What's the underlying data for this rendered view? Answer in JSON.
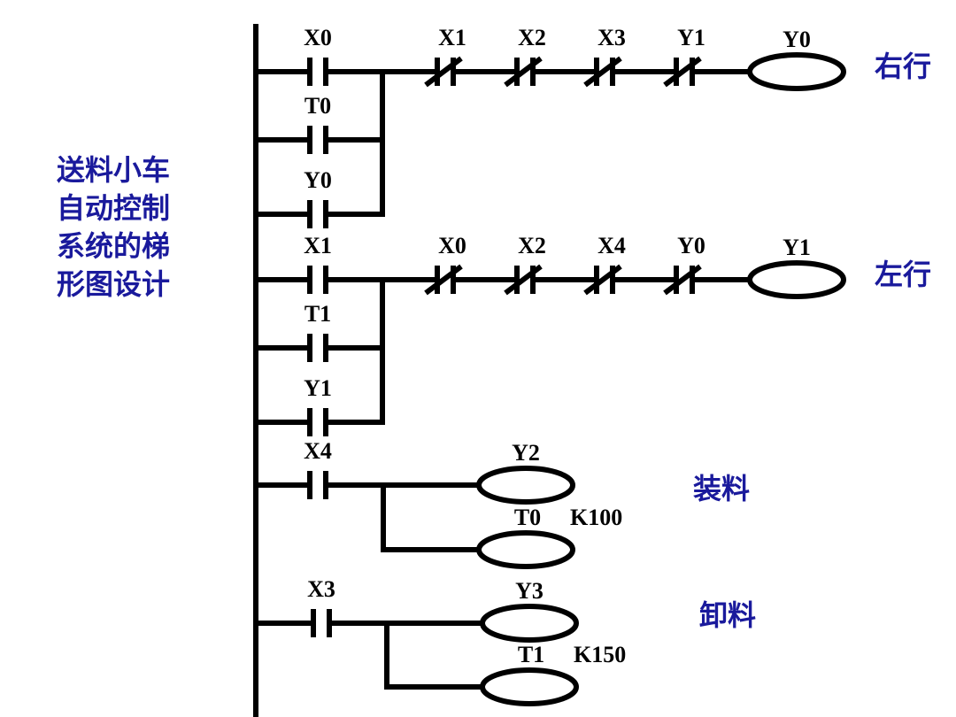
{
  "title": {
    "lines": [
      "送料小车",
      "自动控制",
      "系统的梯",
      "形图设计"
    ],
    "color": "#1a1a9c"
  },
  "rungs": [
    {
      "id": "rung-right",
      "side_label": "右行",
      "parallel_contacts": [
        "X0",
        "T0",
        "Y0"
      ],
      "nc_contacts": [
        "X1",
        "X2",
        "X3",
        "Y1"
      ],
      "coils": [
        {
          "name": "Y0",
          "preset": ""
        }
      ]
    },
    {
      "id": "rung-left",
      "side_label": "左行",
      "parallel_contacts": [
        "X1",
        "T1",
        "Y1"
      ],
      "nc_contacts": [
        "X0",
        "X2",
        "X4",
        "Y0"
      ],
      "coils": [
        {
          "name": "Y1",
          "preset": ""
        }
      ]
    },
    {
      "id": "rung-load",
      "side_label": "装料",
      "parallel_contacts": [
        "X4"
      ],
      "nc_contacts": [],
      "coils": [
        {
          "name": "Y2",
          "preset": ""
        },
        {
          "name": "T0",
          "preset": "K100"
        }
      ]
    },
    {
      "id": "rung-unload",
      "side_label": "卸料",
      "parallel_contacts": [
        "X3"
      ],
      "nc_contacts": [],
      "coils": [
        {
          "name": "Y3",
          "preset": ""
        },
        {
          "name": "T1",
          "preset": "K150"
        }
      ]
    }
  ]
}
